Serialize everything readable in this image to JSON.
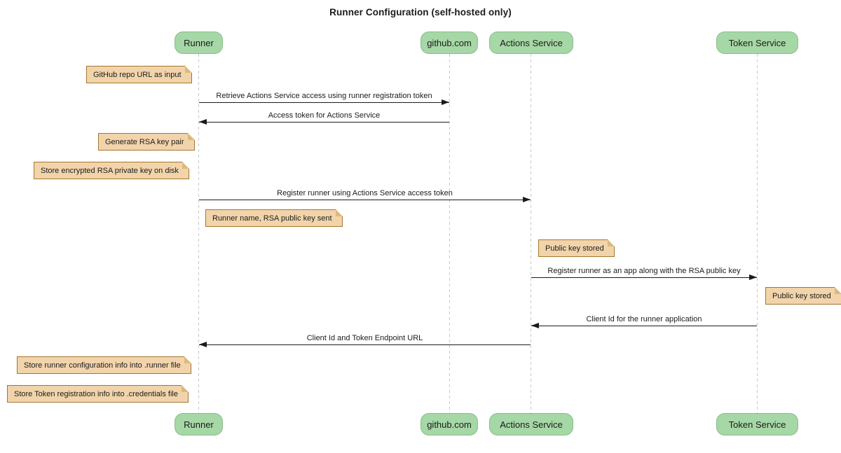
{
  "title": "Runner Configuration (self-hosted only)",
  "participants": [
    {
      "label": "Runner"
    },
    {
      "label": "github.com"
    },
    {
      "label": "Actions Service"
    },
    {
      "label": "Token Service"
    }
  ],
  "messages": [
    {
      "from": "Runner",
      "to": "github.com",
      "label": "Retrieve Actions Service access using runner registration token"
    },
    {
      "from": "github.com",
      "to": "Runner",
      "label": "Access token for Actions Service"
    },
    {
      "from": "Runner",
      "to": "Actions Service",
      "label": "Register runner using Actions Service access token"
    },
    {
      "from": "Actions Service",
      "to": "Token Service",
      "label": "Register runner as an app along with the RSA public key"
    },
    {
      "from": "Token Service",
      "to": "Actions Service",
      "label": "Client Id for the runner application"
    },
    {
      "from": "Actions Service",
      "to": "Runner",
      "label": "Client Id and Token Endpoint URL"
    }
  ],
  "notes": [
    {
      "attached_to": "Runner",
      "text": "GitHub repo URL as input"
    },
    {
      "attached_to": "Runner",
      "text": "Generate RSA key pair"
    },
    {
      "attached_to": "Runner",
      "text": "Store encrypted RSA private key on disk"
    },
    {
      "attached_to": "Runner",
      "text": "Runner name, RSA public key sent"
    },
    {
      "attached_to": "Actions Service",
      "text": "Public key stored"
    },
    {
      "attached_to": "Token Service",
      "text": "Public key stored"
    },
    {
      "attached_to": "Runner",
      "text": "Store runner configuration info into .runner file"
    },
    {
      "attached_to": "Runner",
      "text": "Store Token registration info into .credentials file"
    }
  ],
  "colors": {
    "participant_fill": "#A6D7A6",
    "participant_border": "#8ABD8A",
    "note_fill": "#F2D4AB",
    "note_border": "#A5762F",
    "note_fold": "#DDB97E",
    "lifeline": "#C8C8C8",
    "arrow": "#1B1B1B"
  }
}
